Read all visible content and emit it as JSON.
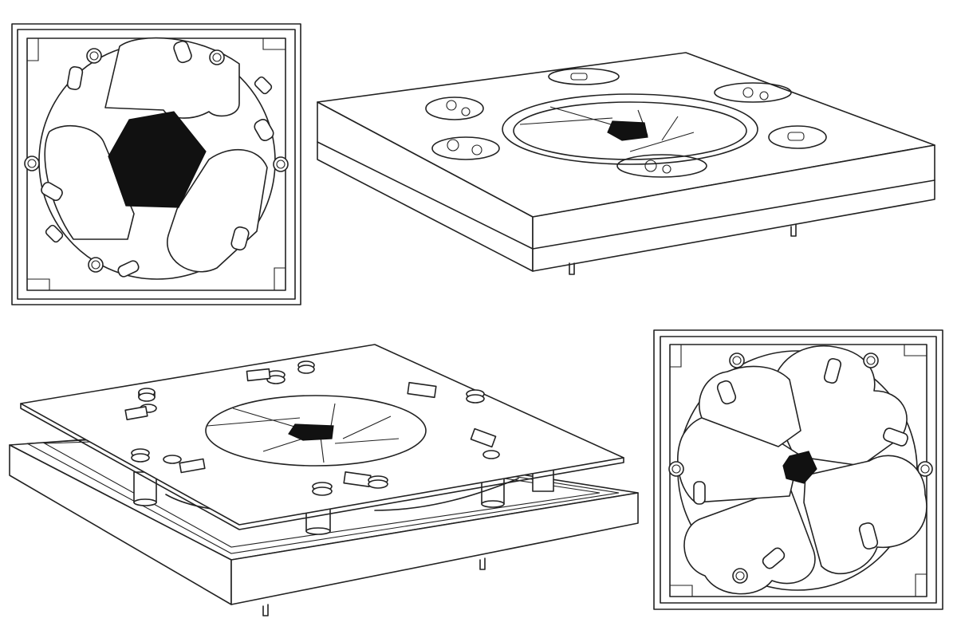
{
  "figure": {
    "views": [
      {
        "id": "top-view-open",
        "kind": "plan view",
        "aperture": "open"
      },
      {
        "id": "closed-iris-perspective",
        "kind": "perspective view",
        "aperture": "small"
      },
      {
        "id": "exploded-perspective",
        "kind": "exploded perspective view",
        "aperture": "small"
      },
      {
        "id": "top-view-closed",
        "kind": "plan view",
        "aperture": "closed"
      }
    ],
    "colors": {
      "line": "#222222",
      "fill": "#ffffff",
      "aperture": "#111111"
    }
  }
}
